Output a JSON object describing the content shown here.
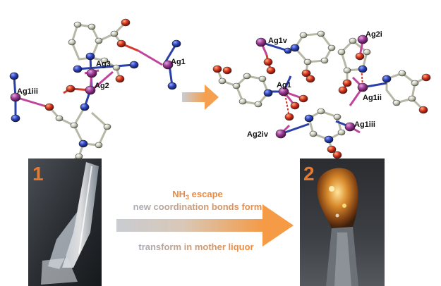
{
  "structure_left": {
    "labels": [
      "Ag1",
      "Ag3",
      "Ag2",
      "Ag1iii"
    ]
  },
  "structure_right": {
    "labels": [
      "Ag1v",
      "Ag2i",
      "Ag1ii",
      "Ag1",
      "Ag1iii",
      "Ag2iv"
    ]
  },
  "photos": {
    "left_number": "1",
    "right_number": "2"
  },
  "arrow": {
    "line1": "NH",
    "line1_sub": "3",
    "line1_rest": " escape",
    "line2": "new coordination bonds form",
    "line3": "transform in mother liquor"
  },
  "colors": {
    "silver_atom": "#8a2f86",
    "nitrogen_atom": "#2a3fa8",
    "oxygen_atom": "#cf2a1c",
    "carbon_atom": "#a9a99a",
    "bond_silver": "#c0449c",
    "bond_nitrogen": "#2a3fa8",
    "bond_oxygen": "#d63a2a",
    "accent_orange": "#f0a050",
    "number_orange": "#e8782a",
    "arrow_grey": "#b9bcc3",
    "text_grey": "#9aa1ad"
  }
}
